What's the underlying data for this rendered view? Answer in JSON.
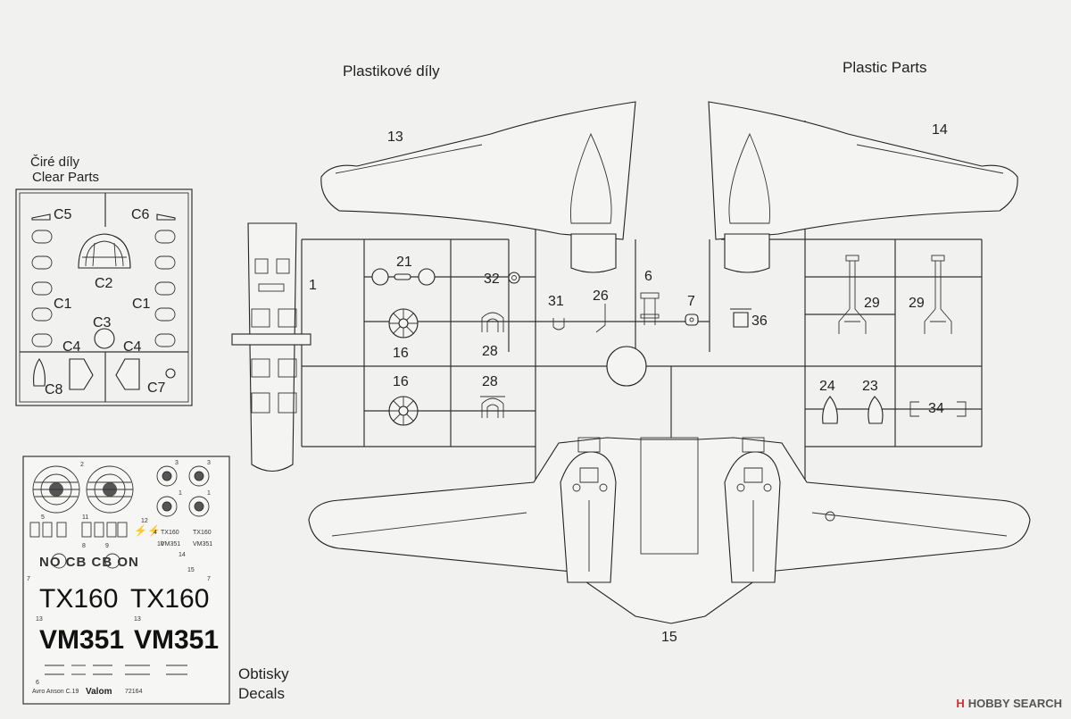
{
  "headings": {
    "plastic_cz": "Plastikové díly",
    "plastic_en": "Plastic Parts",
    "clear_cz": "Čiré díly",
    "clear_en": "Clear Parts",
    "decals_cz": "Obtisky",
    "decals_en": "Decals"
  },
  "part_numbers": {
    "p1": "1",
    "p13": "13",
    "p14": "14",
    "p15": "15",
    "p21": "21",
    "p32": "32",
    "p6": "6",
    "p7": "7",
    "p36": "36",
    "p31": "31",
    "p26": "26",
    "p16a": "16",
    "p16b": "16",
    "p28a": "28",
    "p28b": "28",
    "p29a": "29",
    "p29b": "29",
    "p24": "24",
    "p23": "23",
    "p34": "34"
  },
  "clear_parts": {
    "c5": "C5",
    "c6": "C6",
    "c2": "C2",
    "c1a": "C1",
    "c1b": "C1",
    "c3": "C3",
    "c4a": "C4",
    "c4b": "C4",
    "c8": "C8",
    "c7": "C7"
  },
  "decal_sheet": {
    "reg1": "TX160",
    "reg1b": "TX160",
    "reg2": "VM351",
    "reg2b": "VM351",
    "codes": "NO CB CB ON",
    "small_reg1": "TX160",
    "small_reg1b": "TX160",
    "small_reg2": "VM351",
    "small_reg2b": "VM351",
    "footer_model": "Avro Anson C.19",
    "footer_brand": "Valom",
    "footer_code": "72164",
    "index": [
      "1",
      "2",
      "3",
      "4",
      "5",
      "6",
      "7",
      "8",
      "9",
      "10",
      "11",
      "12",
      "13",
      "14",
      "15"
    ]
  },
  "watermark": {
    "badge": "H",
    "text": "HOBBY SEARCH"
  }
}
